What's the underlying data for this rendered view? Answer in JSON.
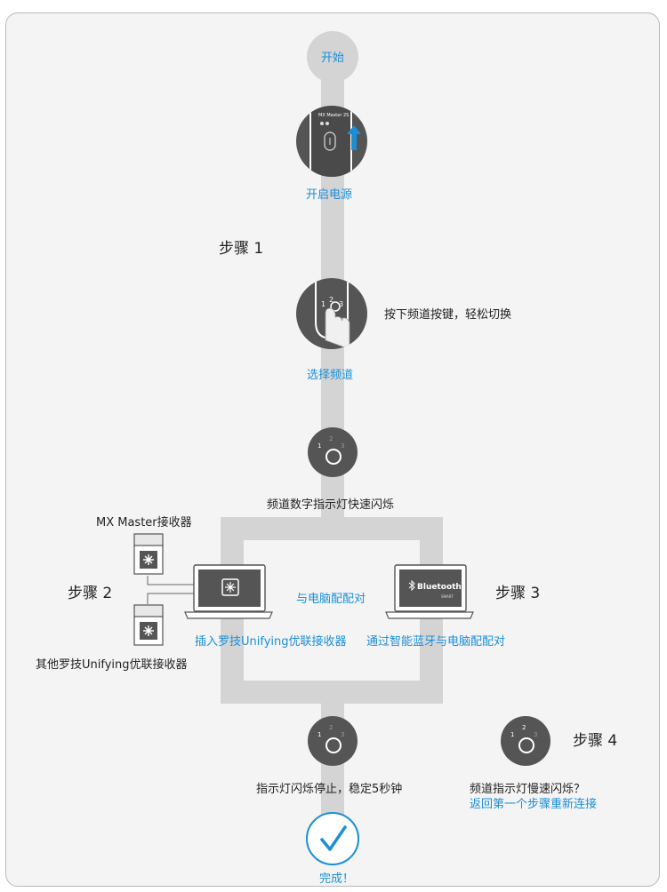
{
  "colors": {
    "accent": "#1a8fd8",
    "track": "#d4d4d4",
    "node": "#555555",
    "frame_bg": "#f4f4f4"
  },
  "start": {
    "label": "开始"
  },
  "power": {
    "label": "开启电源",
    "device_text": "MX Master 2S",
    "icon": "power-switch-icon"
  },
  "step1": {
    "title": "步骤 1",
    "action": "按下频道按键，轻松切换",
    "label": "选择频道",
    "channel_numbers": [
      "1",
      "2",
      "3"
    ]
  },
  "indicator_fast": {
    "label": "频道数字指示灯快速闪烁",
    "channel_numbers": [
      "1",
      "2",
      "3"
    ]
  },
  "step2": {
    "title": "步骤 2",
    "receiver_top": "MX Master接收器",
    "receiver_bottom": "其他罗技Unifying优联接收器",
    "pair_label": "与电脑配配对",
    "laptop_label": "插入罗技Unifying优联接收器"
  },
  "step3": {
    "title": "步骤 3",
    "bluetooth_text": "Bluetooth",
    "bluetooth_sub": "SMART",
    "label": "通过智能蓝牙与电脑配配对"
  },
  "indicator_stable": {
    "label": "指示灯闪烁停止，稳定5秒钟",
    "channel_numbers": [
      "1",
      "2",
      "3"
    ]
  },
  "step4": {
    "title": "步骤 4",
    "question": "频道指示灯慢速闪烁？",
    "retry": "返回第一个步骤重新连接",
    "channel_numbers": [
      "1",
      "2",
      "3"
    ]
  },
  "done": {
    "label": "完成！",
    "icon": "checkmark-icon"
  }
}
